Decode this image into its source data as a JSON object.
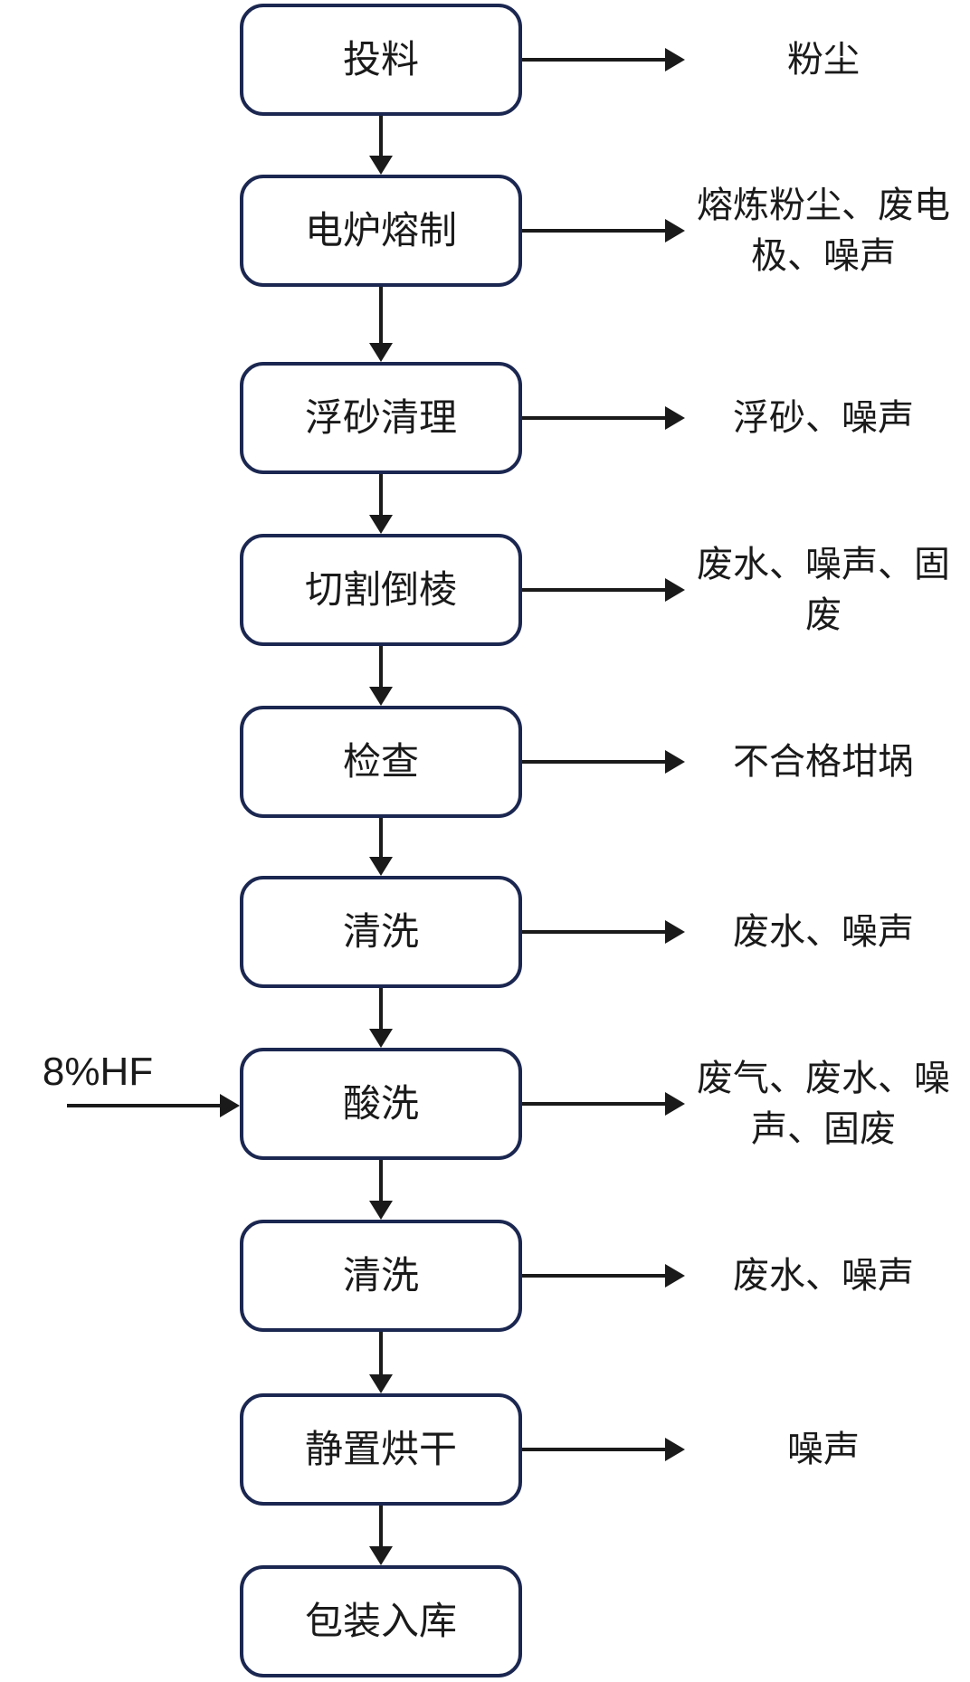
{
  "diagram": {
    "title": "",
    "colors": {
      "box_border": "#1b2750",
      "arrow": "#1a1a1a",
      "text": "#1a1a1a",
      "background": "#ffffff"
    },
    "steps": [
      {
        "label": "投料",
        "output": "粉尘"
      },
      {
        "label": "电炉熔制",
        "output": "熔炼粉尘、废电极、噪声"
      },
      {
        "label": "浮砂清理",
        "output": "浮砂、噪声"
      },
      {
        "label": "切割倒棱",
        "output": "废水、噪声、固废"
      },
      {
        "label": "检查",
        "output": "不合格坩埚"
      },
      {
        "label": "清洗",
        "output": "废水、噪声"
      },
      {
        "label": "酸洗",
        "output": "废气、废水、噪声、固废",
        "input": "8%HF"
      },
      {
        "label": "清洗",
        "output": "废水、噪声"
      },
      {
        "label": "静置烘干",
        "output": "噪声"
      },
      {
        "label": "包装入库",
        "output": null
      }
    ]
  }
}
